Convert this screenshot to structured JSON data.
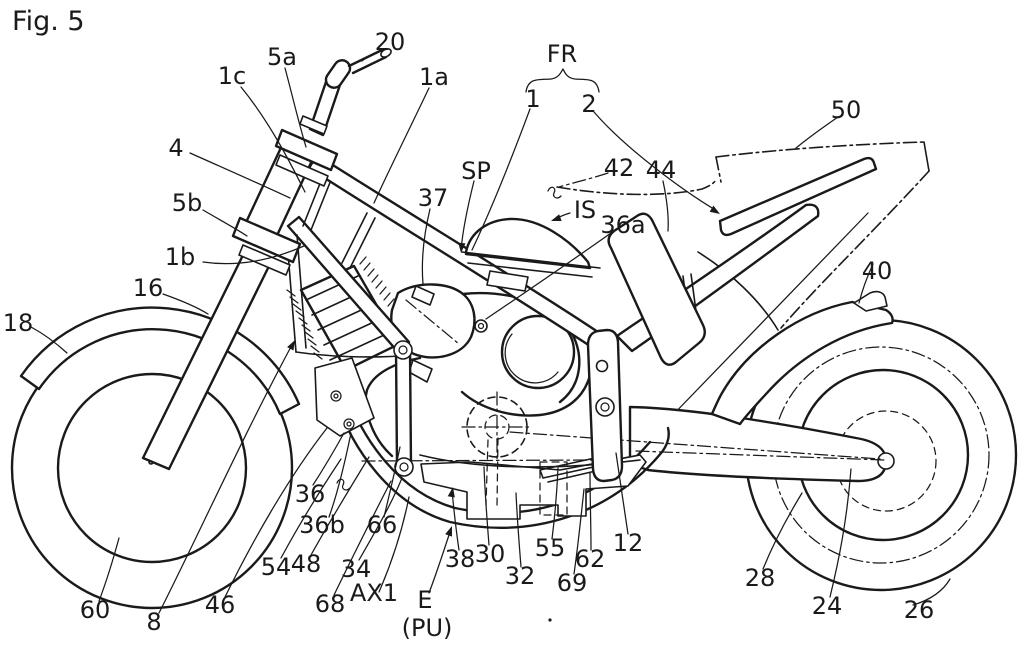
{
  "figure": {
    "title": "Fig. 5",
    "kind": "patent line drawing, motorcycle right-side elevation",
    "direction_indicator": "FR",
    "ink_color": "#1a1a1a",
    "paper_color": "#ffffff",
    "labels": {
      "fig": "Fig. 5",
      "fr": "FR",
      "n1": "1",
      "n2": "2",
      "n1a": "1a",
      "n1b": "1b",
      "n1c": "1c",
      "n4": "4",
      "n5a": "5a",
      "n5b": "5b",
      "n8": "8",
      "n12": "12",
      "n16": "16",
      "n18": "18",
      "n20": "20",
      "n24": "24",
      "n26": "26",
      "n28": "28",
      "n30": "30",
      "n32": "32",
      "n34": "34",
      "n36": "36",
      "n36a": "36a",
      "n36b": "36b",
      "n37": "37",
      "n38": "38",
      "n40": "40",
      "n42": "42",
      "n44": "44",
      "n46": "46",
      "n48": "48",
      "n50": "50",
      "n54": "54",
      "n55": "55",
      "n60": "60",
      "n62": "62",
      "n66": "66",
      "n68": "68",
      "n69": "69",
      "sp": "SP",
      "is": "IS",
      "ax1": "AX1",
      "e": "E",
      "pu": "(PU)"
    }
  }
}
